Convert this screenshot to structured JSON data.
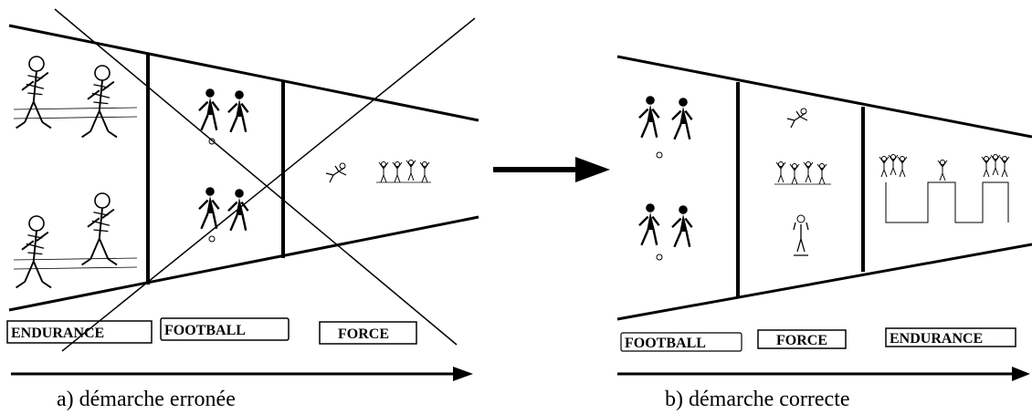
{
  "panel_a": {
    "labels": [
      "ENDURANCE",
      "FOOTBALL",
      "FORCE"
    ],
    "caption": "a) démarche erronée"
  },
  "panel_b": {
    "labels": [
      "FOOTBALL",
      "FORCE",
      "ENDURANCE"
    ],
    "caption": "b) démarche correcte"
  }
}
